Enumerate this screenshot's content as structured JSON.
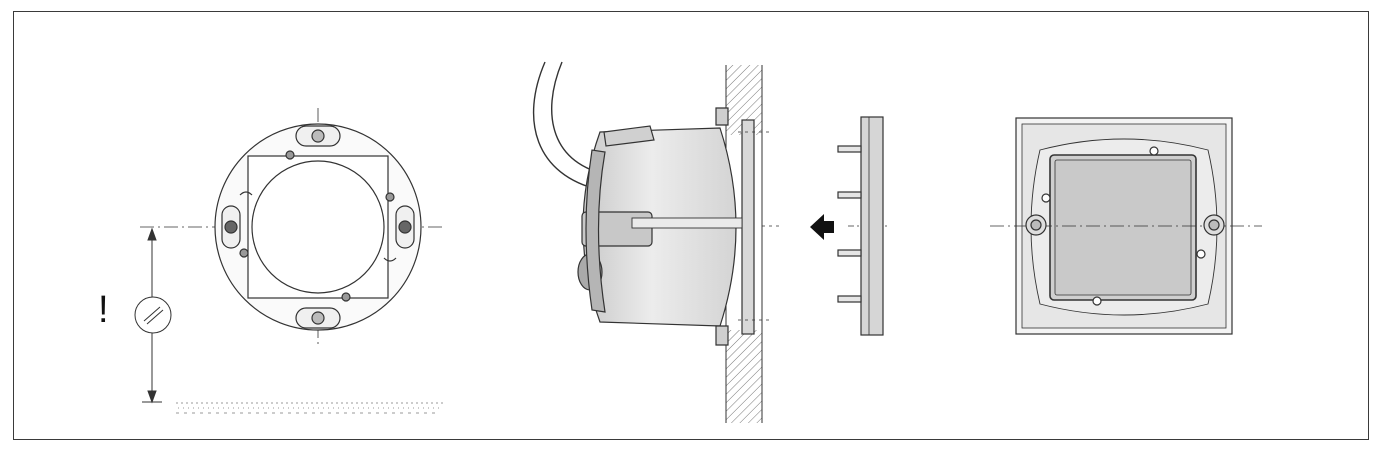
{
  "figure": {
    "warning_mark": "!",
    "panels": [
      {
        "name": "mounting-plate-front-view"
      },
      {
        "name": "flush-box-side-section"
      },
      {
        "name": "cover-frame-front-view"
      }
    ],
    "colors": {
      "line": "#333333",
      "part_fill": "#e3e3e3",
      "part_fill_dark": "#bdbdbd",
      "screen_fill": "#cfcfcf",
      "arrow": "#111111"
    }
  }
}
